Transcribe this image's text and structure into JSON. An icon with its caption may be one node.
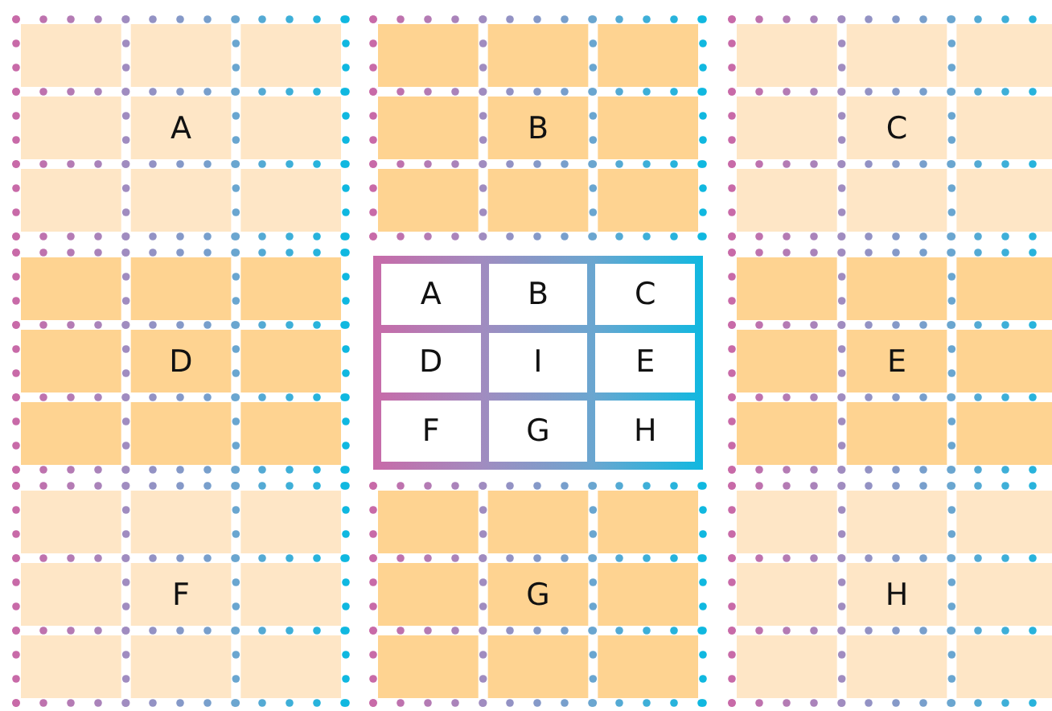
{
  "diagram": {
    "nodes": [
      {
        "text": [
          "A"
        ]
      },
      {
        "text": [
          "B"
        ]
      },
      {
        "text": [
          "C"
        ]
      },
      {
        "text": [
          "D"
        ]
      },
      {
        "text": [],
        "shape": "box"
      },
      {
        "text": [
          "A"
        ],
        "in": 4
      },
      {
        "text": [
          "B"
        ],
        "in": 4
      },
      {
        "text": [
          "C"
        ],
        "in": 4
      },
      {
        "text": [
          "D"
        ],
        "in": 4
      },
      {
        "text": [
          "I"
        ],
        "in": 4
      },
      {
        "text": [
          "E"
        ],
        "in": 4
      },
      {
        "text": [
          "F"
        ],
        "in": 4
      },
      {
        "text": [
          "G"
        ],
        "in": 4
      },
      {
        "text": [
          "H"
        ],
        "in": 4
      },
      {
        "text": [
          "E"
        ]
      },
      {
        "text": [
          "F"
        ]
      },
      {
        "text": [
          "G"
        ]
      },
      {
        "text": [
          "H"
        ]
      }
    ]
  }
}
